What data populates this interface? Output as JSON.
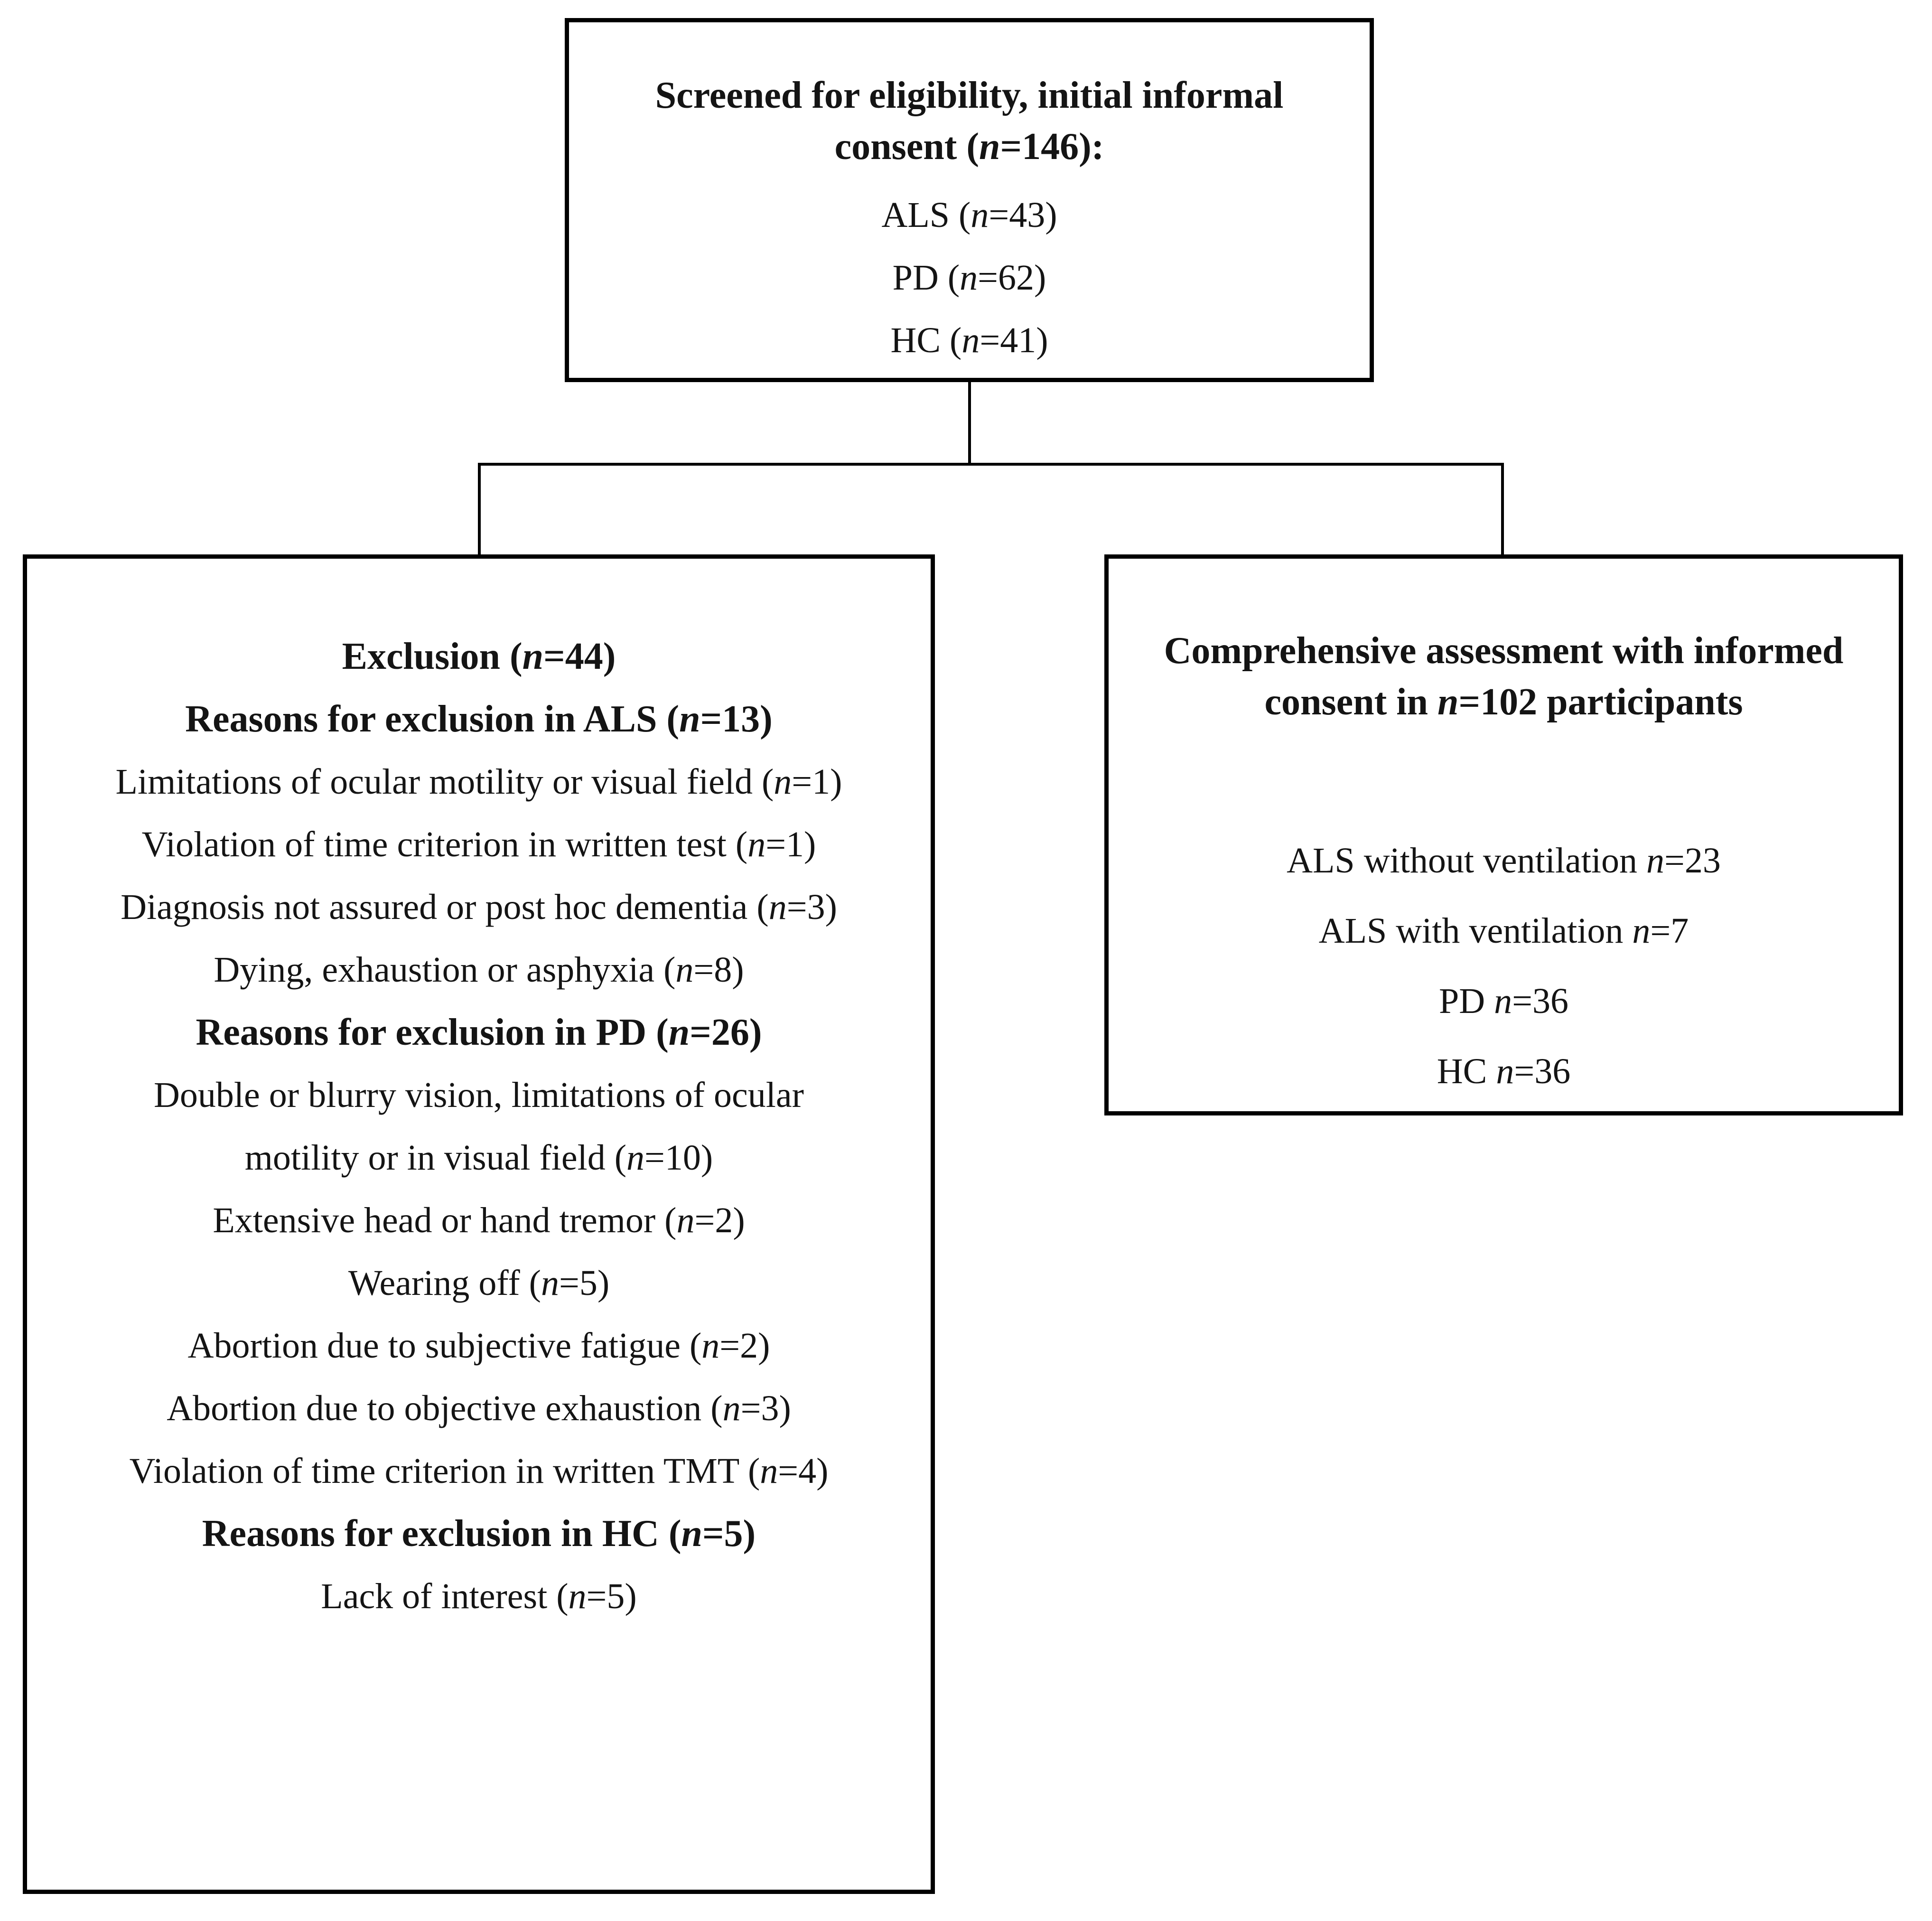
{
  "figure": {
    "screening_box": {
      "title": "Screened for eligibility, initial informal\nconsent (n=146):",
      "items": [
        "ALS (n=43)",
        "PD (n=62)",
        "HC (n=41)"
      ]
    },
    "exclusion_box": {
      "title": "Exclusion (n=44)",
      "sections": [
        {
          "heading": "Reasons for exclusion in ALS (n=13)",
          "items": [
            "Limitations of ocular motility or visual field (n=1)",
            "Violation of time criterion in written test (n=1)",
            "Diagnosis not assured or post hoc dementia (n=3)",
            "Dying, exhaustion or asphyxia (n=8)"
          ]
        },
        {
          "heading": "Reasons for exclusion in PD (n=26)",
          "items": [
            "Double or blurry vision, limitations of ocular\nmotility or in visual field (n=10)",
            "Extensive head or hand tremor (n=2)",
            "Wearing off (n=5)",
            "Abortion due to subjective fatigue (n=2)",
            "Abortion due to objective exhaustion (n=3)",
            "Violation of time criterion in written TMT (n=4)"
          ]
        },
        {
          "heading": "Reasons for exclusion in HC (n=5)",
          "items": [
            "Lack of interest (n=5)"
          ]
        }
      ]
    },
    "assessment_box": {
      "title": "Comprehensive assessment with informed\nconsent in n=102 participants",
      "items": [
        "ALS without ventilation n=23",
        "ALS with ventilation n=7",
        "PD n=36",
        "HC n=36"
      ]
    },
    "colors": {
      "border": "#000000",
      "background": "#ffffff",
      "text": "#141414"
    }
  }
}
